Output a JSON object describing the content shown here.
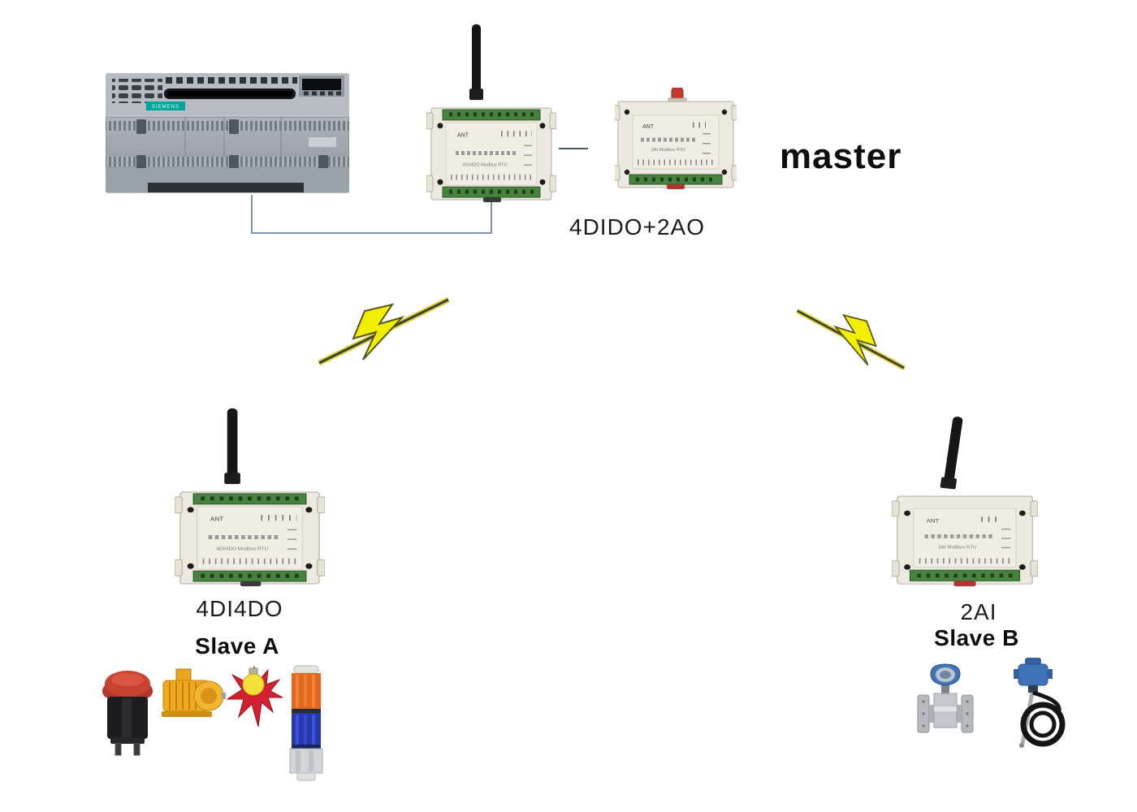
{
  "labels": {
    "master": "master",
    "master_io": "4DIDO+2AO",
    "slave_a_io": "4DI4DO",
    "slave_a_name": "Slave A",
    "slave_b_io": "2AI",
    "slave_b_name": "Slave B"
  },
  "plc": {
    "brand": "SIEMENS",
    "brand_color": "#00a59b"
  },
  "modules": {
    "master_rtu": {
      "ant": "ANT",
      "model": "4DI/4DO Modbus RTU"
    },
    "master_io": {
      "ant": "ANT",
      "model": "2AI Modbus RTU"
    },
    "slave_a": {
      "ant": "ANT",
      "model": "4DI/4DO Modbus RTU"
    },
    "slave_b": {
      "ant": "ANT",
      "model": "2AI Modbus RTU"
    }
  },
  "colors": {
    "lightning_yellow": "#f2ee00",
    "link_line": "#45453a",
    "wire_blue": "#7d93b5",
    "module_beige": "#ece9e0",
    "terminal_green": "#47823f",
    "siemens_teal": "#00a59b"
  },
  "icons": {
    "antenna-icon": "black rod antenna",
    "sma-connector-icon": "small red antenna stub",
    "lightning-bolt-icon": "yellow zigzag bolt on diagonal link line",
    "push-button-icon": "red push button",
    "motor-icon": "yellow electric motor",
    "alarm-light-icon": "red starburst alarm with bulb",
    "stack-light-icon": "orange/blue signal tower light",
    "flow-meter-icon": "turbine flow meter with blue head",
    "level-transmitter-icon": "blue transmitter with coiled black cable"
  }
}
